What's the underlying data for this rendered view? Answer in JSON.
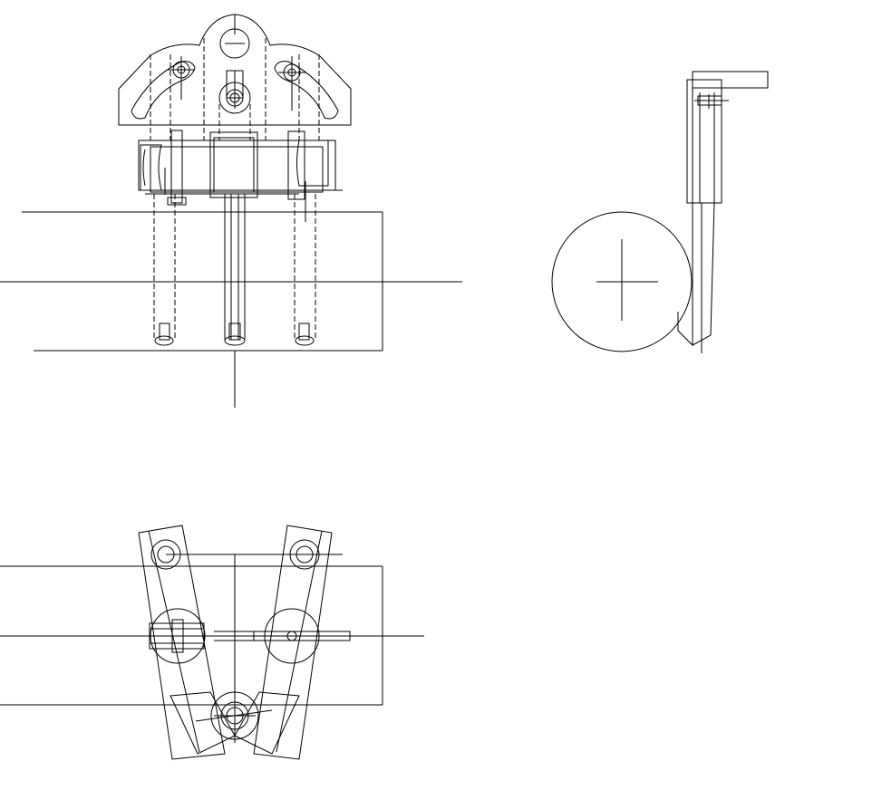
{
  "drawing": {
    "background": "#ffffff",
    "line_color": "#000000",
    "views": [
      "front-view",
      "side-view",
      "top-view"
    ]
  }
}
